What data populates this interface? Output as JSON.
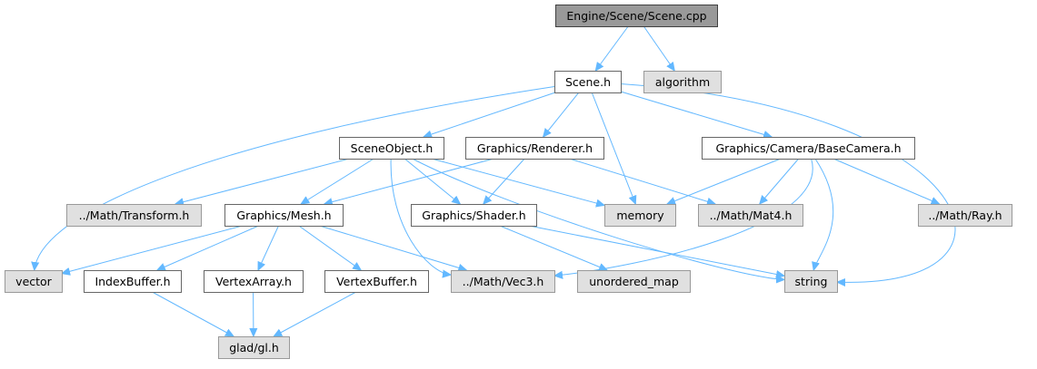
{
  "colors": {
    "edge": "#63b8ff",
    "box_border": "#666666",
    "box_white_fill": "#ffffff",
    "box_gray_fill": "#e0e0e0",
    "box_gray_border": "#999999",
    "root_fill": "#999999",
    "root_border": "#404040"
  },
  "nodes": {
    "scene_cpp": {
      "label": "Engine/Scene/Scene.cpp",
      "kind": "root"
    },
    "scene_h": {
      "label": "Scene.h",
      "kind": "file"
    },
    "algorithm": {
      "label": "algorithm",
      "kind": "system"
    },
    "sceneobject_h": {
      "label": "SceneObject.h",
      "kind": "file"
    },
    "renderer_h": {
      "label": "Graphics/Renderer.h",
      "kind": "file"
    },
    "basecamera_h": {
      "label": "Graphics/Camera/BaseCamera.h",
      "kind": "file"
    },
    "transform_h": {
      "label": "../Math/Transform.h",
      "kind": "system"
    },
    "mesh_h": {
      "label": "Graphics/Mesh.h",
      "kind": "file"
    },
    "shader_h": {
      "label": "Graphics/Shader.h",
      "kind": "file"
    },
    "memory": {
      "label": "memory",
      "kind": "system"
    },
    "mat4_h": {
      "label": "../Math/Mat4.h",
      "kind": "system"
    },
    "ray_h": {
      "label": "../Math/Ray.h",
      "kind": "system"
    },
    "vector": {
      "label": "vector",
      "kind": "system"
    },
    "indexbuffer_h": {
      "label": "IndexBuffer.h",
      "kind": "file"
    },
    "vertexarray_h": {
      "label": "VertexArray.h",
      "kind": "file"
    },
    "vertexbuffer_h": {
      "label": "VertexBuffer.h",
      "kind": "file"
    },
    "vec3_h": {
      "label": "../Math/Vec3.h",
      "kind": "system"
    },
    "unordered_map": {
      "label": "unordered_map",
      "kind": "system"
    },
    "string": {
      "label": "string",
      "kind": "system"
    },
    "gl_h": {
      "label": "glad/gl.h",
      "kind": "system"
    }
  },
  "edges": [
    [
      "scene_cpp",
      "scene_h"
    ],
    [
      "scene_cpp",
      "algorithm"
    ],
    [
      "scene_h",
      "vector"
    ],
    [
      "scene_h",
      "sceneobject_h"
    ],
    [
      "scene_h",
      "renderer_h"
    ],
    [
      "scene_h",
      "memory"
    ],
    [
      "scene_h",
      "basecamera_h"
    ],
    [
      "scene_h",
      "string"
    ],
    [
      "sceneobject_h",
      "transform_h"
    ],
    [
      "sceneobject_h",
      "mesh_h"
    ],
    [
      "sceneobject_h",
      "vec3_h"
    ],
    [
      "sceneobject_h",
      "shader_h"
    ],
    [
      "sceneobject_h",
      "memory"
    ],
    [
      "sceneobject_h",
      "string"
    ],
    [
      "renderer_h",
      "mesh_h"
    ],
    [
      "renderer_h",
      "shader_h"
    ],
    [
      "renderer_h",
      "mat4_h"
    ],
    [
      "basecamera_h",
      "memory"
    ],
    [
      "basecamera_h",
      "mat4_h"
    ],
    [
      "basecamera_h",
      "ray_h"
    ],
    [
      "basecamera_h",
      "vec3_h"
    ],
    [
      "basecamera_h",
      "string"
    ],
    [
      "mesh_h",
      "vector"
    ],
    [
      "mesh_h",
      "indexbuffer_h"
    ],
    [
      "mesh_h",
      "vertexarray_h"
    ],
    [
      "mesh_h",
      "vertexbuffer_h"
    ],
    [
      "mesh_h",
      "vec3_h"
    ],
    [
      "shader_h",
      "unordered_map"
    ],
    [
      "shader_h",
      "string"
    ],
    [
      "indexbuffer_h",
      "gl_h"
    ],
    [
      "vertexarray_h",
      "gl_h"
    ],
    [
      "vertexbuffer_h",
      "gl_h"
    ]
  ]
}
